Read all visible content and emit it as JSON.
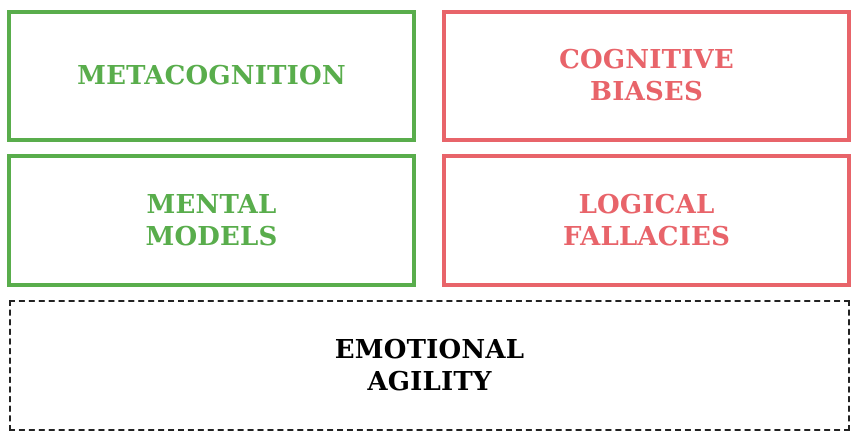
{
  "boxes": {
    "metacognition": {
      "lines": [
        "METACOGNITION"
      ]
    },
    "cognitive_biases": {
      "lines": [
        "COGNITIVE",
        "BIASES"
      ]
    },
    "mental_models": {
      "lines": [
        "MENTAL",
        "MODELS"
      ]
    },
    "logical_fallacies": {
      "lines": [
        "LOGICAL",
        "FALLACIES"
      ]
    },
    "emotional_agility": {
      "lines": [
        "EMOTIONAL",
        "AGILITY"
      ]
    }
  },
  "colors": {
    "green": "#59ad4c",
    "red": "#e8646a",
    "dashed_border": "#222222",
    "text_dark": "#000000"
  }
}
